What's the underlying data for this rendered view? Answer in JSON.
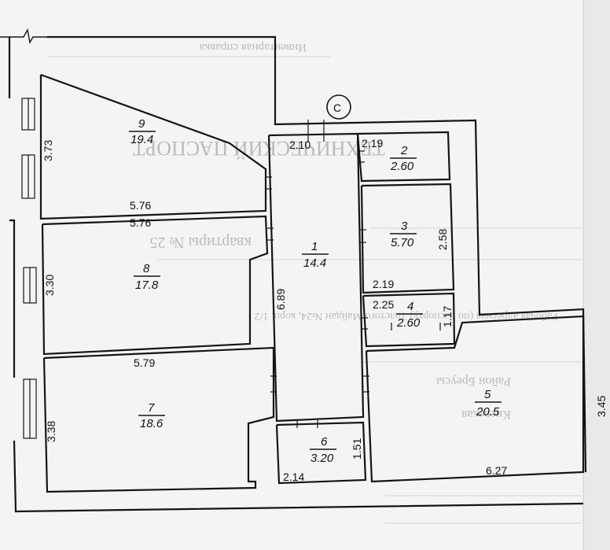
{
  "document": {
    "background_lines": [
      "Инвентарная справка",
      "ТЕХНИЧЕСКИЙ ПАСПОРТ",
      "квартиры № 25",
      "Рабочая адресная (по паспорту) Толстого Майдан №24, корп. 1/2",
      "Район Бреусы",
      "Киевская"
    ]
  },
  "plan": {
    "north_marker": "С",
    "rooms": [
      {
        "id": "room-1",
        "number": "1",
        "area": "14.4"
      },
      {
        "id": "room-2",
        "number": "2",
        "area": "2.60"
      },
      {
        "id": "room-3",
        "number": "3",
        "area": "5.70"
      },
      {
        "id": "room-4",
        "number": "4",
        "area": "2.60"
      },
      {
        "id": "room-5",
        "number": "5",
        "area": "20.5"
      },
      {
        "id": "room-6",
        "number": "6",
        "area": "3.20"
      },
      {
        "id": "room-7",
        "number": "7",
        "area": "18.6"
      },
      {
        "id": "room-8",
        "number": "8",
        "area": "17.8"
      },
      {
        "id": "room-9",
        "number": "9",
        "area": "19.4"
      }
    ],
    "dimensions": [
      "3.73",
      "5.76",
      "5.76",
      "3.30",
      "5.79",
      "3.38",
      "2.10",
      "2.19",
      "2.58",
      "2.19",
      "2.25",
      "1.17",
      "6.89",
      "1.51",
      "2.14",
      "6.27",
      "3.45"
    ]
  }
}
